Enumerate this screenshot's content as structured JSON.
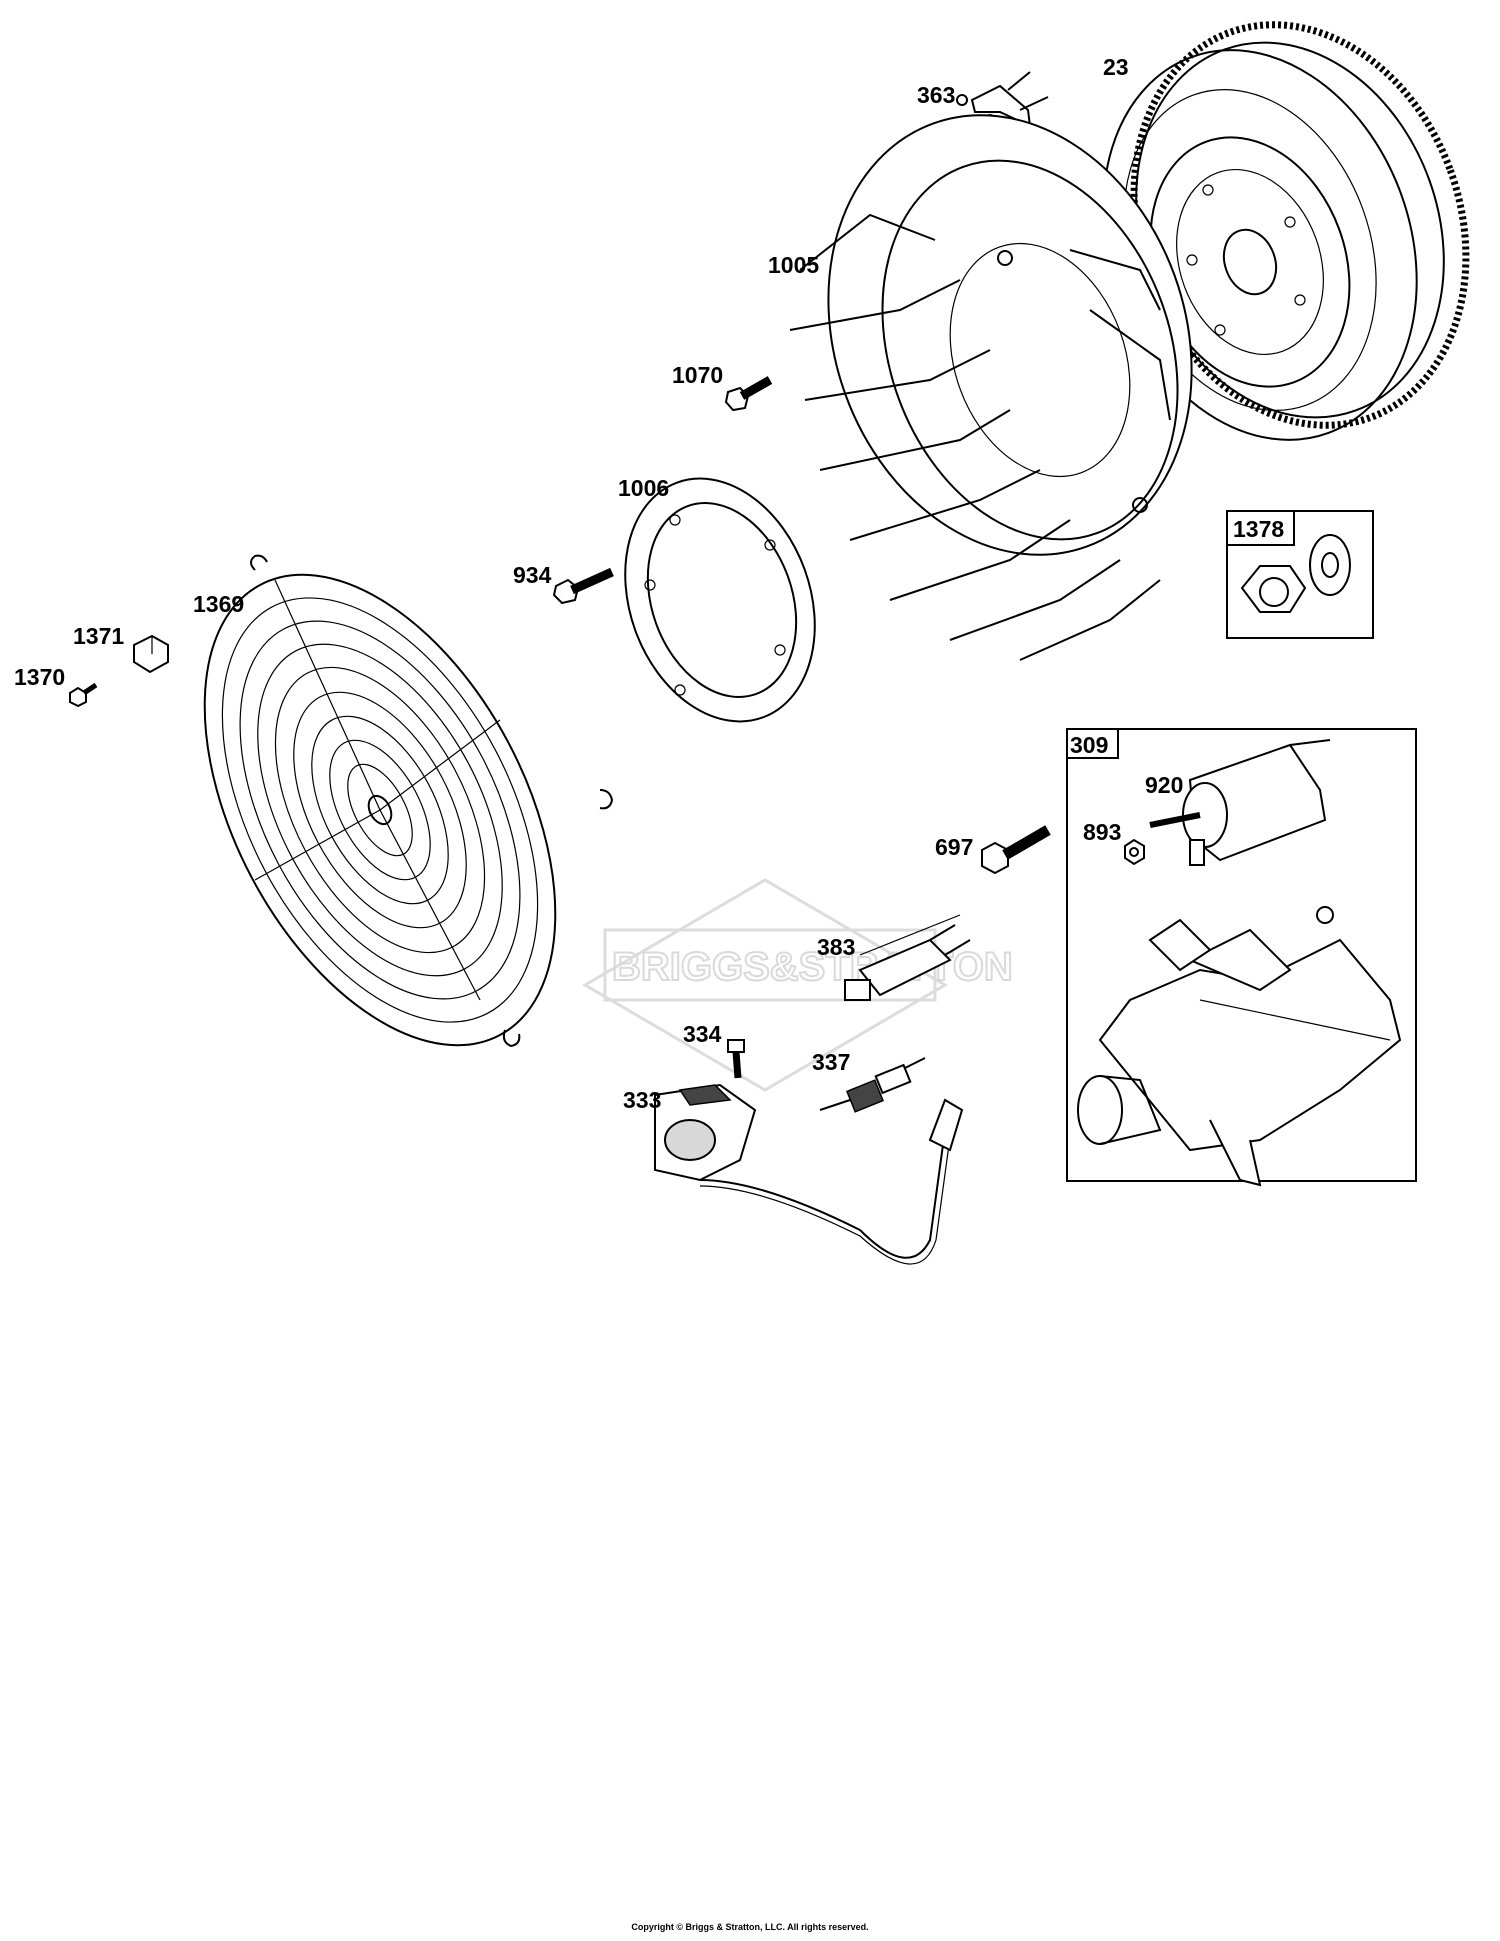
{
  "watermark": "BRIGGS&STRATTON",
  "copyright": "Copyright © Briggs & Stratton, LLC. All rights reserved.",
  "labels": {
    "p23": "23",
    "p363": "363",
    "p1005": "1005",
    "p1070": "1070",
    "p1006": "1006",
    "p934": "934",
    "p1369": "1369",
    "p1371": "1371",
    "p1370": "1370",
    "p1378": "1378",
    "p309": "309",
    "p920": "920",
    "p893": "893",
    "p697": "697",
    "p383": "383",
    "p334": "334",
    "p337": "337",
    "p333": "333"
  }
}
